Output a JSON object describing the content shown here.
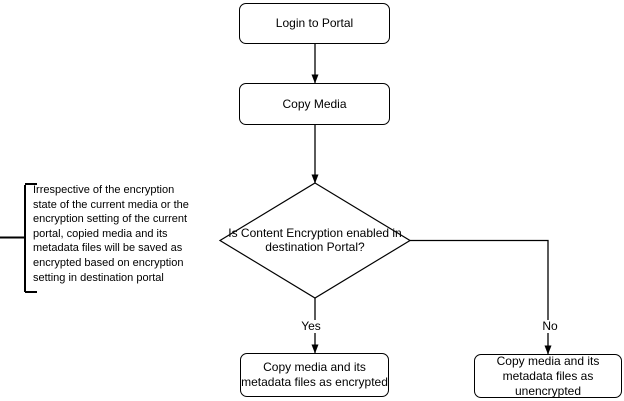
{
  "colors": {
    "stroke": "#000000",
    "node_fill": "#ffffff",
    "text": "#000000"
  },
  "nodes": {
    "login": {
      "label": "Login to Portal"
    },
    "copy_media": {
      "label": "Copy Media"
    },
    "decision": {
      "label": "Is Content Encryption enabled in\ndestination Portal?"
    },
    "result_yes": {
      "label": "Copy media and its\nmetadata files as encrypted"
    },
    "result_no": {
      "label": "Copy media and its\nmetadata files as\nunencrypted"
    }
  },
  "edges": {
    "yes": {
      "label": "Yes"
    },
    "no": {
      "label": "No"
    }
  },
  "annotation": {
    "text": "Irrespective of the encryption\nstate of the current media or the\nencryption setting of the current\nportal, copied media and its\nmetadata files will be saved as\nencrypted based on encryption\nsetting in destination portal"
  }
}
